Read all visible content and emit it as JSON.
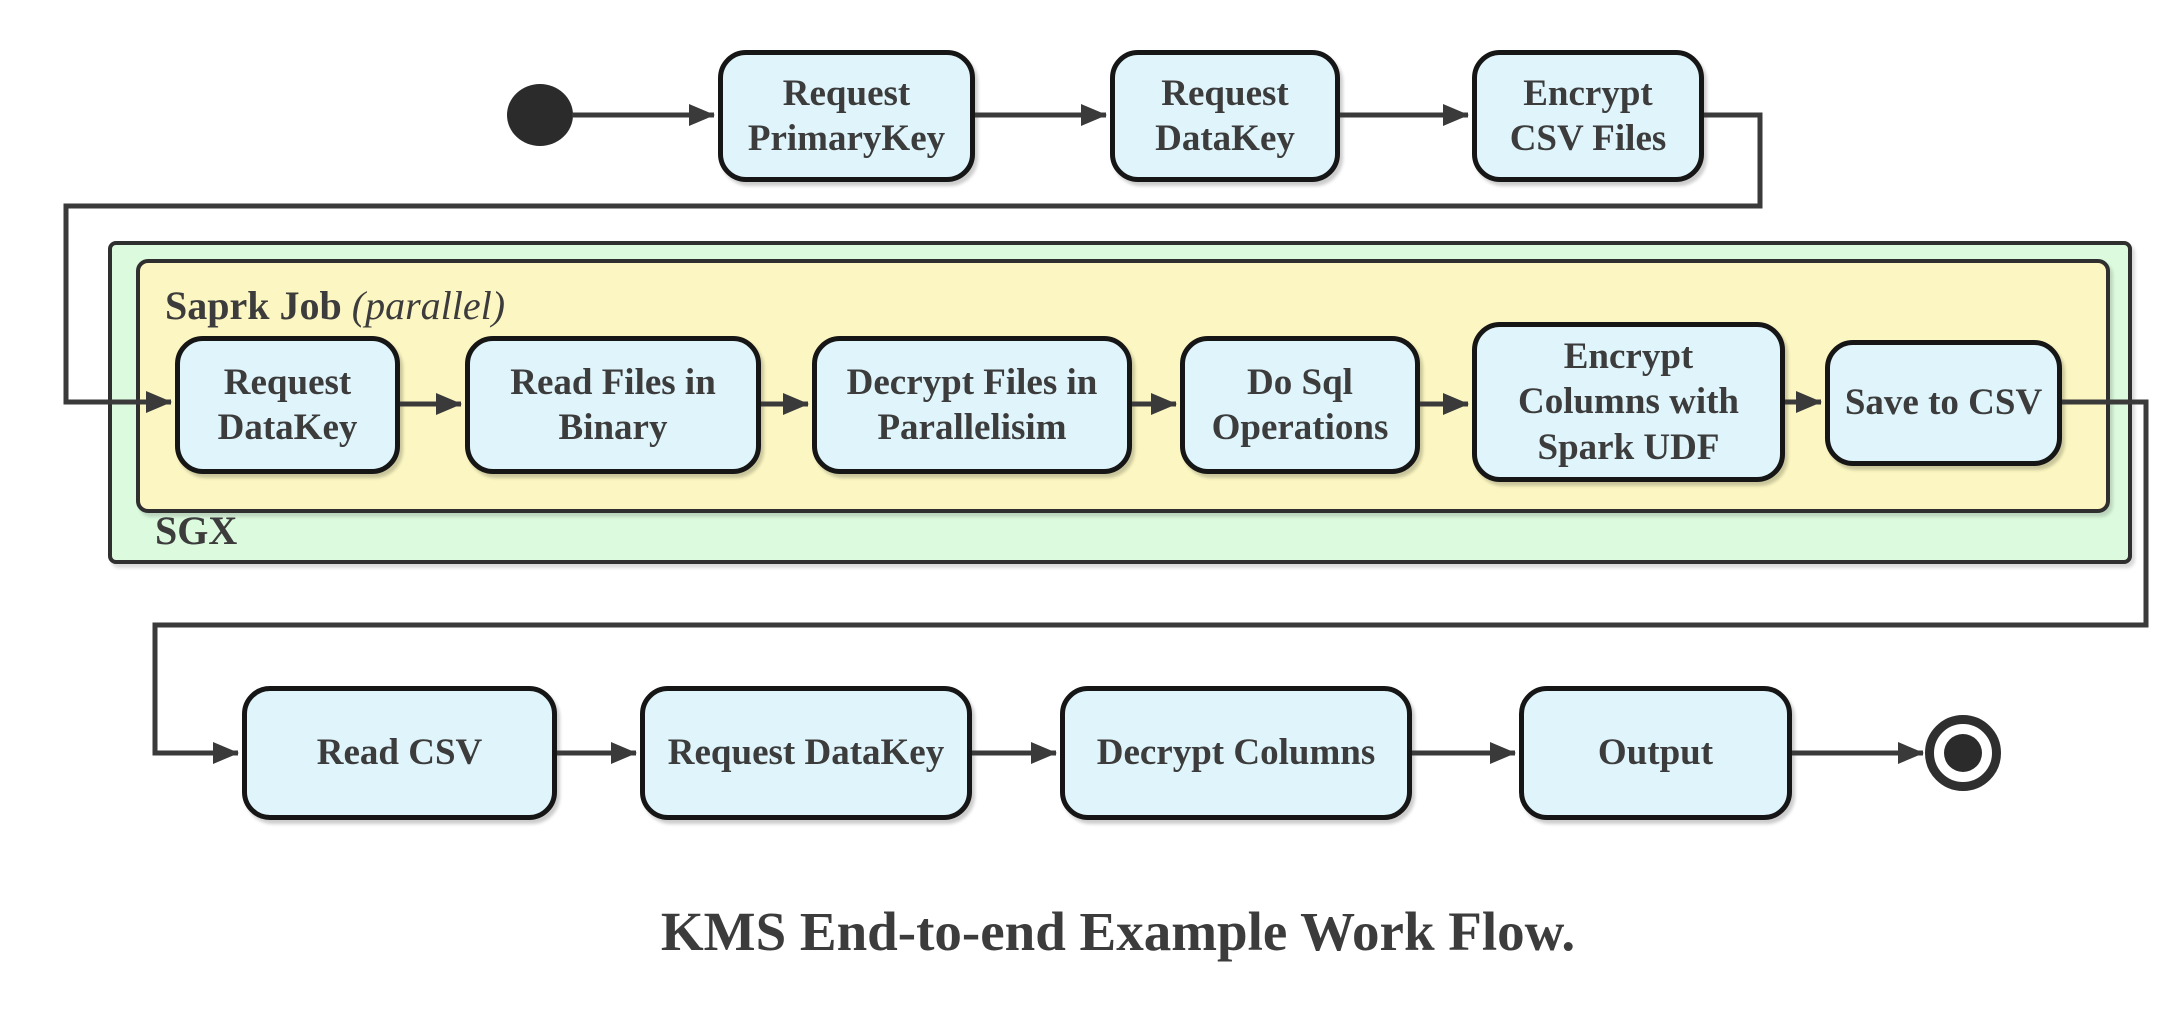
{
  "title": "KMS End-to-end Example Work Flow.",
  "colors": {
    "node_fill": "#DFF5FB",
    "spark_fill": "#FCF7C2",
    "sgx_fill": "#DCFBDE",
    "node_border": "#161616",
    "container_border": "#2F2F2F",
    "edge": "#3A3A3A",
    "text": "#3C3C3C"
  },
  "containers": {
    "sgx": {
      "label": "SGX"
    },
    "spark": {
      "label_bold": "Saprk Job",
      "label_italic": "(parallel)"
    }
  },
  "nodes": {
    "top": [
      {
        "label": "Request\nPrimaryKey"
      },
      {
        "label": "Request\nDataKey"
      },
      {
        "label": "Encrypt\nCSV Files"
      }
    ],
    "middle": [
      {
        "label": "Request\nDataKey"
      },
      {
        "label": "Read Files in\nBinary"
      },
      {
        "label": "Decrypt Files in\nParallelisim"
      },
      {
        "label": "Do Sql\nOperations"
      },
      {
        "label": "Encrypt\nColumns with\nSpark UDF"
      },
      {
        "label": "Save to CSV"
      }
    ],
    "bottom": [
      {
        "label": "Read CSV"
      },
      {
        "label": "Request DataKey"
      },
      {
        "label": "Decrypt Columns"
      },
      {
        "label": "Output"
      }
    ]
  }
}
